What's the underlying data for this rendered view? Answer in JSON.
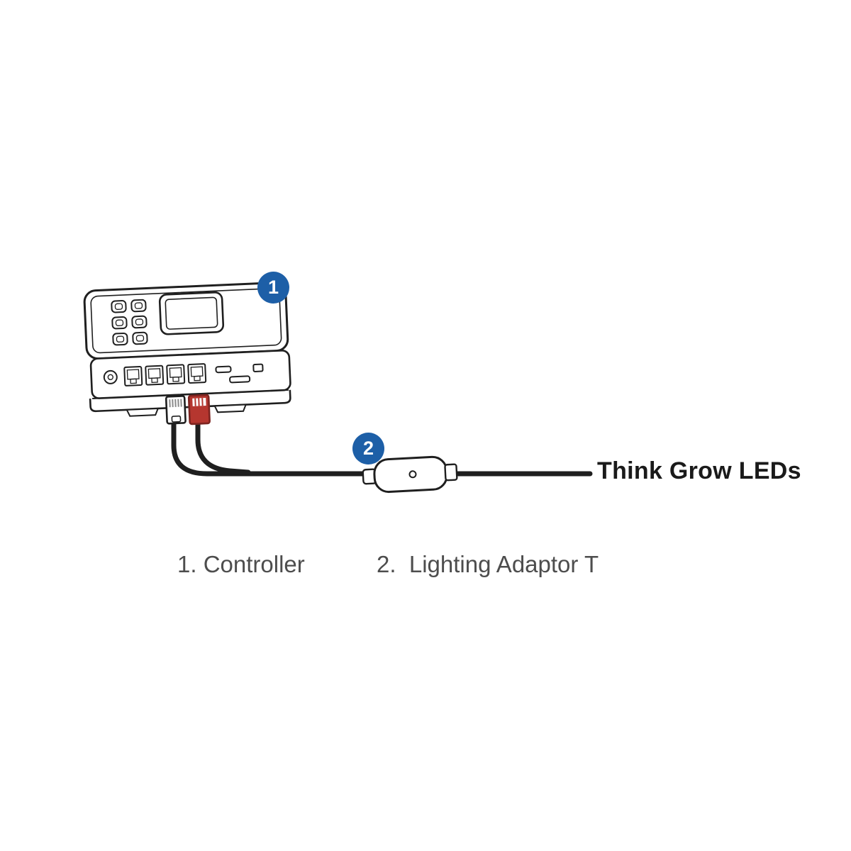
{
  "diagram": {
    "cable_label": "Think Grow LEDs",
    "callouts": [
      {
        "number": "1"
      },
      {
        "number": "2"
      }
    ],
    "legend": [
      {
        "text": "1. Controller"
      },
      {
        "text": "2.  Lighting Adaptor T"
      }
    ],
    "icons": [
      {
        "name": "controller-illustration"
      },
      {
        "name": "lighting-adaptor-illustration"
      },
      {
        "name": "connector-white"
      },
      {
        "name": "connector-red"
      }
    ],
    "colors": {
      "callout_blue": "#1d5fa7",
      "line_dark": "#1f1f1f",
      "connector_red": "#b5362f",
      "connector_red_dark": "#7d2420",
      "label_text": "#1a1a1a",
      "legend_text": "#4d4d4d"
    }
  }
}
